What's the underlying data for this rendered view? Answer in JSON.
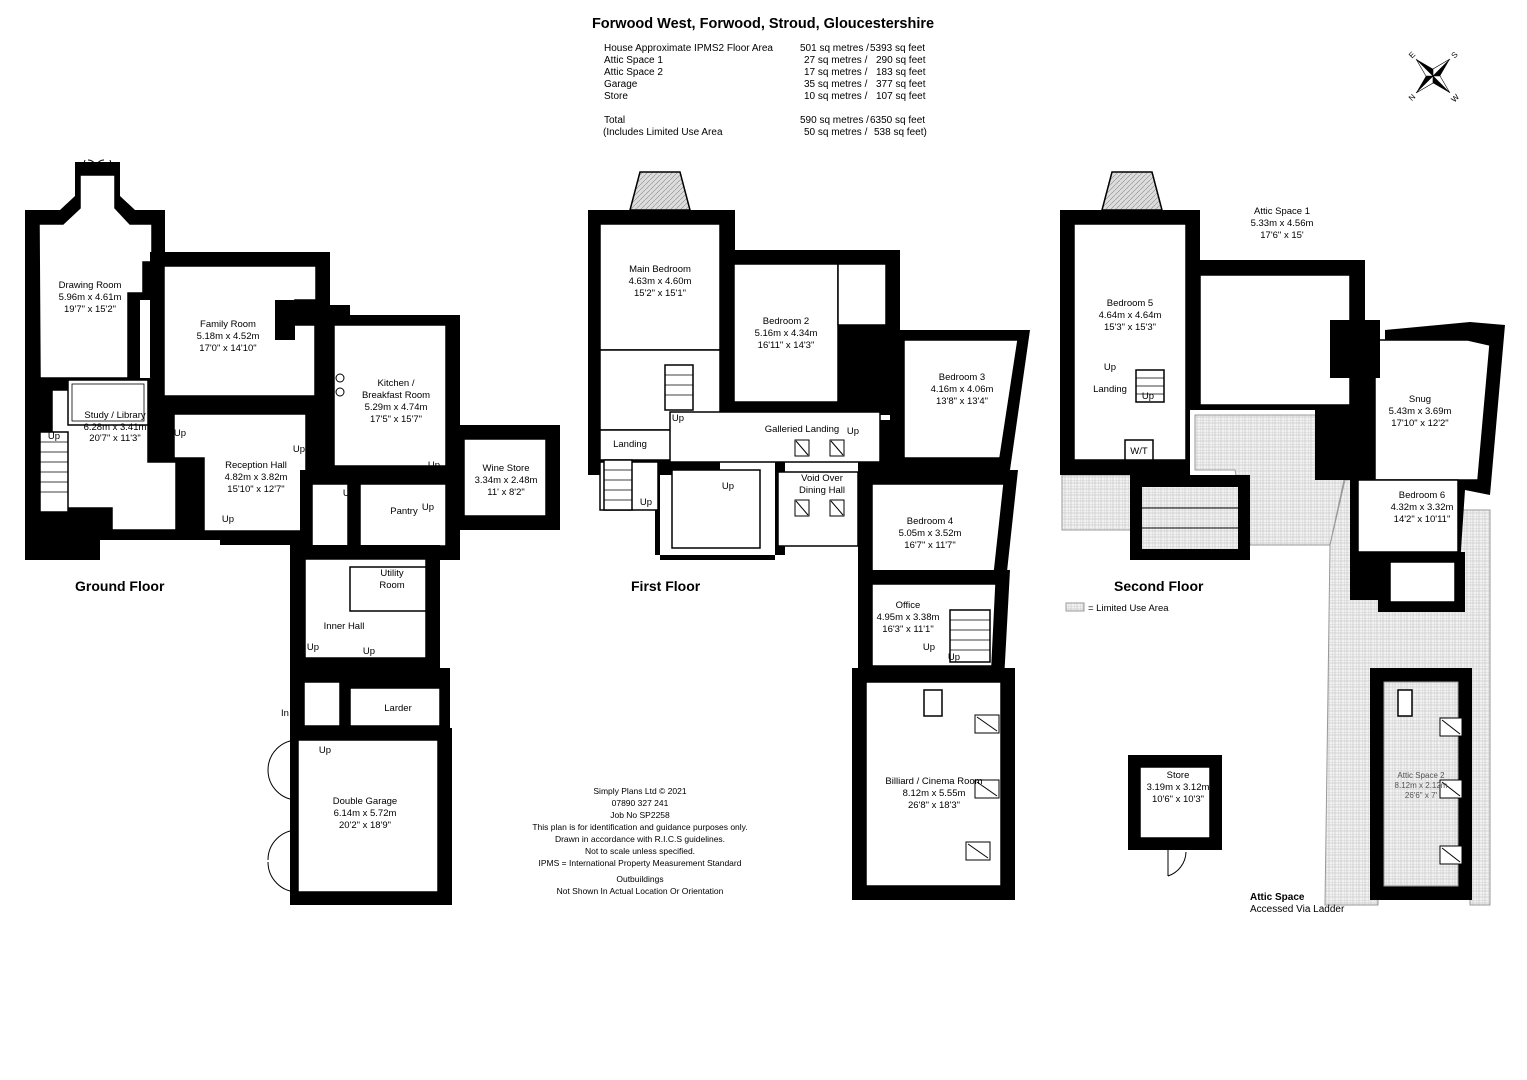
{
  "title": "Forwood West, Forwood, Stroud, Gloucestershire",
  "areas": [
    {
      "label": "House Approximate IPMS2 Floor Area",
      "metric": "501 sq metres /",
      "imperial": "5393 sq feet"
    },
    {
      "label": "Attic Space 1",
      "metric": "27 sq metres /",
      "imperial": "290 sq feet"
    },
    {
      "label": "Attic Space 2",
      "metric": "17 sq metres /",
      "imperial": "183 sq feet"
    },
    {
      "label": "Garage",
      "metric": "35 sq metres /",
      "imperial": "377 sq feet"
    },
    {
      "label": "Store",
      "metric": "10 sq metres /",
      "imperial": "107 sq feet"
    },
    {
      "label": "Total",
      "metric": "590 sq metres /",
      "imperial": "6350 sq feet"
    },
    {
      "label": "(Includes Limited Use Area",
      "metric": "50 sq metres /",
      "imperial": "538 sq feet)"
    }
  ],
  "compass": {
    "n": "N",
    "e": "E",
    "s": "S",
    "w": "W"
  },
  "floors": {
    "ground": "Ground Floor",
    "first": "First Floor",
    "second": "Second Floor"
  },
  "legend": "= Limited Use Area",
  "ground_rooms": [
    {
      "name": "Drawing Room",
      "metric": "5.96m x 4.61m",
      "imperial": "19'7\" x 15'2\""
    },
    {
      "name": "Family Room",
      "metric": "5.18m x 4.52m",
      "imperial": "17'0\" x 14'10\""
    },
    {
      "name": "Study / Library",
      "metric": "6.28m x 3.41m",
      "imperial": "20'7\" x 11'3\""
    },
    {
      "name": "Reception Hall",
      "metric": "4.82m x 3.82m",
      "imperial": "15'10\" x 12'7\""
    },
    {
      "name": "Kitchen /",
      "metric": "Breakfast Room",
      "imperial": "5.29m x 4.74m",
      "extra": "17'5\" x 15'7\""
    },
    {
      "name": "Wine Store",
      "metric": "3.34m x 2.48m",
      "imperial": "11' x 8'2\""
    },
    {
      "name": "Pantry"
    },
    {
      "name": "Utility",
      "metric": "Room"
    },
    {
      "name": "Inner Hall"
    },
    {
      "name": "Larder"
    },
    {
      "name": "Double Garage",
      "metric": "6.14m x 5.72m",
      "imperial": "20'2\" x 18'9\""
    }
  ],
  "first_rooms": [
    {
      "name": "Main Bedroom",
      "metric": "4.63m x 4.60m",
      "imperial": "15'2\" x 15'1\""
    },
    {
      "name": "Bedroom 2",
      "metric": "5.16m x 4.34m",
      "imperial": "16'11\" x 14'3\""
    },
    {
      "name": "Bedroom 3",
      "metric": "4.16m x 4.06m",
      "imperial": "13'8\" x 13'4\""
    },
    {
      "name": "Landing"
    },
    {
      "name": "Galleried Landing"
    },
    {
      "name": "Void Over",
      "metric": "Dining Hall"
    },
    {
      "name": "Bedroom 4",
      "metric": "5.05m x 3.52m",
      "imperial": "16'7\" x 11'7\""
    },
    {
      "name": "Office",
      "metric": "4.95m x 3.38m",
      "imperial": "16'3\" x 11'1\""
    },
    {
      "name": "Billiard / Cinema Room",
      "metric": "8.12m x 5.55m",
      "imperial": "26'8\" x 18'3\""
    }
  ],
  "second_rooms": [
    {
      "name": "Attic Space 1",
      "metric": "5.33m x 4.56m",
      "imperial": "17'6\" x 15'"
    },
    {
      "name": "Bedroom 5",
      "metric": "4.64m x 4.64m",
      "imperial": "15'3\" x 15'3\""
    },
    {
      "name": "Landing"
    },
    {
      "name": "W/T"
    },
    {
      "name": "Snug",
      "metric": "5.43m x 3.69m",
      "imperial": "17'10\" x 12'2\""
    },
    {
      "name": "Bedroom 6",
      "metric": "4.32m x 3.32m",
      "imperial": "14'2\" x 10'11\""
    },
    {
      "name": "Store",
      "metric": "3.19m x 3.12m",
      "imperial": "10'6\" x 10'3\""
    },
    {
      "name": "Attic Space 2",
      "metric": "8.12m x 2.12m",
      "imperial": "26'6\" x 7'"
    }
  ],
  "attic_note": [
    "Attic Space",
    "Accessed Via Ladder"
  ],
  "stair_labels": {
    "up": "Up",
    "in": "In"
  },
  "credits": [
    "Simply Plans Ltd © 2021",
    "07890 327 241",
    "Job No SP2258",
    "This plan is for identification and guidance purposes only.",
    "Drawn in accordance with R.I.C.S guidelines.",
    "Not to scale unless specified.",
    "IPMS = International Property Measurement Standard"
  ],
  "outbuildings": [
    "Outbuildings",
    "Not Shown In Actual Location Or Orientation"
  ]
}
